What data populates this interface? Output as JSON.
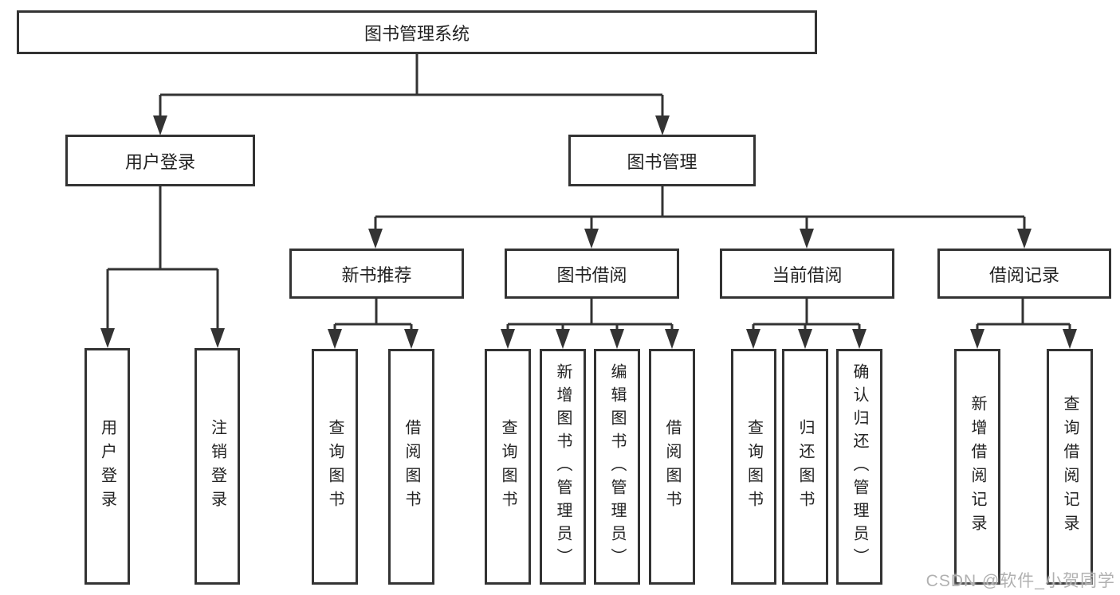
{
  "diagram": {
    "root": "图书管理系统",
    "user_login": {
      "label": "用户登录",
      "login": "用户登录",
      "logout": "注销登录"
    },
    "book_management": {
      "label": "图书管理",
      "new_books": {
        "label": "新书推荐",
        "query": "查询图书",
        "borrow": "借阅图书"
      },
      "borrowing": {
        "label": "图书借阅",
        "query": "查询图书",
        "add": "新增图书（管理员）",
        "edit": "编辑图书（管理员）",
        "borrow": "借阅图书"
      },
      "current": {
        "label": "当前借阅",
        "query": "查询图书",
        "return": "归还图书",
        "confirm": "确认归还（管理员）"
      },
      "records": {
        "label": "借阅记录",
        "add": "新增借阅记录",
        "query": "查询借阅记录"
      }
    }
  },
  "watermark": "CSDN @软件_小贺同学",
  "colors": {
    "line": "#333333",
    "text": "#222222",
    "watermark": "#b1b1b1",
    "background": "#ffffff"
  }
}
